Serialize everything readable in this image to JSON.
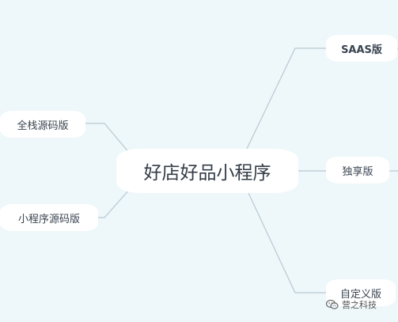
{
  "root": {
    "label": "好店好品小程序"
  },
  "branches": {
    "saas": "SAAS版",
    "duxiang": "独享版",
    "zidingyi": "自定义版",
    "quanzhan": "全栈源码版",
    "xiaochengxu": "小程序源码版"
  },
  "watermark": {
    "text": "营之科技",
    "icon": "wechat-icon"
  },
  "colors": {
    "background": "#eef7fa",
    "node_fill": "#ffffff",
    "link": "#b7c9d4",
    "text": "#3a4450"
  }
}
